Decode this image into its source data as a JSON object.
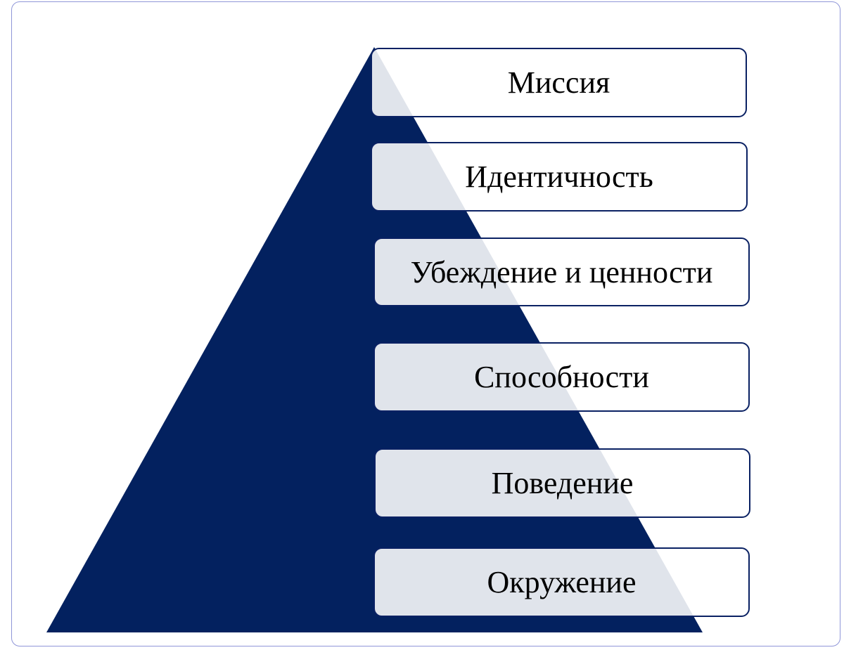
{
  "diagram": {
    "type": "pyramid",
    "colors": {
      "pyramid_fill": "#03215f",
      "box_border": "#0a2163",
      "box_fill_over_pyramid": "#e3e7ef",
      "box_fill": "#ffffff",
      "frame_border": "#8f96d8",
      "text": "#000000"
    },
    "levels": [
      {
        "label": "Миссия"
      },
      {
        "label": "Идентичность"
      },
      {
        "label": "Убеждение и ценности"
      },
      {
        "label": "Способности"
      },
      {
        "label": "Поведение"
      },
      {
        "label": "Окружение"
      }
    ]
  }
}
